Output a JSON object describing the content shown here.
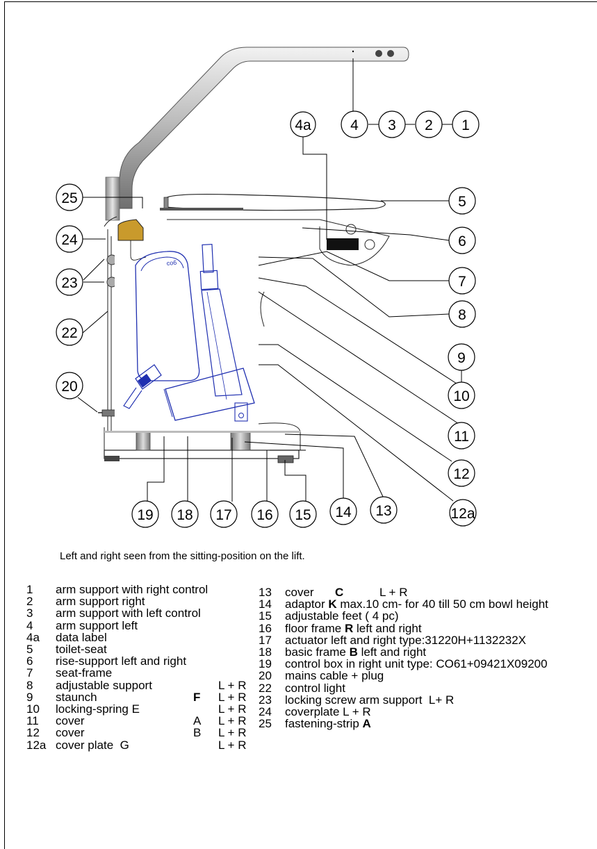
{
  "callouts": {
    "c1": "1",
    "c2": "2",
    "c3": "3",
    "c4": "4",
    "c4a": "4a",
    "c5": "5",
    "c6": "6",
    "c7": "7",
    "c8": "8",
    "c9": "9",
    "c10": "10",
    "c11": "11",
    "c12": "12",
    "c12a": "12a",
    "c13": "13",
    "c14": "14",
    "c15": "15",
    "c16": "16",
    "c17": "17",
    "c18": "18",
    "c19": "19",
    "c20": "20",
    "c22": "22",
    "c23": "23",
    "c24": "24",
    "c25": "25"
  },
  "actuator_label": "co6",
  "caption": "Left and right seen from the sitting-position on the lift.",
  "legend_left": [
    {
      "num": "1",
      "text": "arm support with right control"
    },
    {
      "num": "2",
      "text": "arm support right"
    },
    {
      "num": "3",
      "text": "arm support with left control"
    },
    {
      "num": "4",
      "text": "arm support left"
    },
    {
      "num": "4a",
      "text": "data label"
    },
    {
      "num": "5",
      "text": "toilet-seat"
    },
    {
      "num": "6",
      "text": "rise-support left and right"
    },
    {
      "num": "7",
      "text": "seat-frame"
    },
    {
      "num": "8",
      "text": "adjustable support",
      "mark": "",
      "lr": "L + R"
    },
    {
      "num": "9",
      "text": "staunch",
      "mark": "F",
      "lr": "L + R"
    },
    {
      "num": "10",
      "text": "locking-spring E",
      "mark": "",
      "lr": "L + R"
    },
    {
      "num": "11",
      "text": "cover",
      "mark": "A",
      "lr": "L + R"
    },
    {
      "num": "12",
      "text": "cover",
      "mark": "B",
      "lr": "L + R"
    },
    {
      "num": "12a",
      "text": "cover plate  G",
      "mark": "",
      "lr": "L + R"
    }
  ],
  "legend_right": [
    {
      "num": "13",
      "pre": "cover",
      "bold": "C",
      "post": "L + R"
    },
    {
      "num": "14",
      "pre": "adaptor ",
      "bold": "K",
      "post": " max.10 cm- for 40 till 50 cm bowl height"
    },
    {
      "num": "15",
      "pre": "adjustable feet ( 4 pc)",
      "bold": "",
      "post": ""
    },
    {
      "num": "16",
      "pre": "floor frame ",
      "bold": "R",
      "post": " left and right"
    },
    {
      "num": "17",
      "pre": "actuator left and right type:31220H+1132232X",
      "bold": "",
      "post": ""
    },
    {
      "num": "18",
      "pre": "basic frame ",
      "bold": "B",
      "post": " left and right"
    },
    {
      "num": "19",
      "pre": "control box in right unit type: CO61+09421X09200",
      "bold": "",
      "post": ""
    },
    {
      "num": "20",
      "pre": "mains cable + plug",
      "bold": "",
      "post": ""
    },
    {
      "num": "22",
      "pre": "control light",
      "bold": "",
      "post": ""
    },
    {
      "num": "23",
      "pre": "locking screw arm support  L+ R",
      "bold": "",
      "post": ""
    },
    {
      "num": "24",
      "pre": "coverplate L + R",
      "bold": "",
      "post": ""
    },
    {
      "num": "25",
      "pre": "fastening-strip ",
      "bold": "A",
      "post": ""
    }
  ]
}
